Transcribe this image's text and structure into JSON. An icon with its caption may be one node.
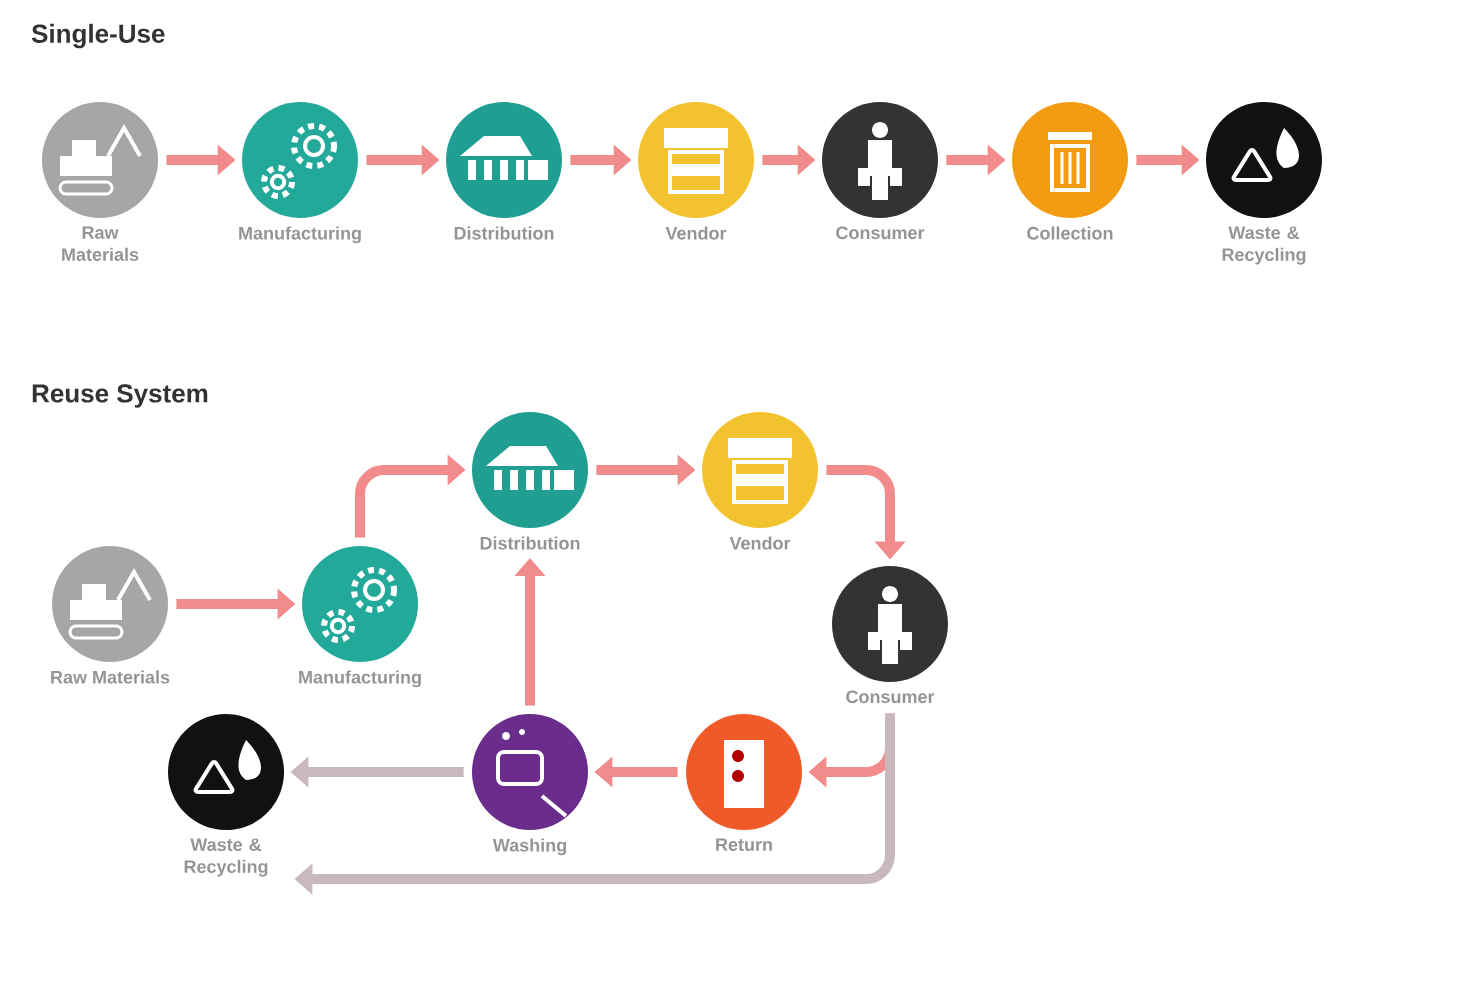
{
  "diagram": {
    "nodes": [
      {
        "text": [
          "Raw Materials"
        ]
      },
      {
        "text": [
          "Manufacturing"
        ]
      },
      {
        "text": [
          "Distribution"
        ]
      },
      {
        "text": [
          "Vendor"
        ]
      },
      {
        "text": [
          "Consumer"
        ]
      },
      {
        "text": [
          "Collection"
        ]
      },
      {
        "text": [
          "Waste & Recycling"
        ]
      },
      {
        "text": [
          "Raw Materials"
        ]
      },
      {
        "text": [
          "Manufacturing"
        ]
      },
      {
        "text": [
          "Distribution"
        ]
      },
      {
        "text": [
          "Vendor"
        ]
      },
      {
        "text": [
          "Consumer"
        ]
      },
      {
        "text": [
          "Return"
        ]
      },
      {
        "text": [
          "Washing"
        ]
      },
      {
        "text": [
          "Waste & Recycling"
        ]
      }
    ],
    "edges": [
      {
        "from": 0,
        "to": 1,
        "arrow": "to"
      },
      {
        "from": 1,
        "to": 2,
        "arrow": "to"
      },
      {
        "from": 2,
        "to": 3,
        "arrow": "to"
      },
      {
        "from": 3,
        "to": 4,
        "arrow": "to"
      },
      {
        "from": 4,
        "to": 5,
        "arrow": "to"
      },
      {
        "from": 5,
        "to": 6,
        "arrow": "to"
      },
      {
        "from": 7,
        "to": 8,
        "arrow": "to"
      },
      {
        "from": 8,
        "to": 9,
        "arrow": "to"
      },
      {
        "from": 9,
        "to": 10,
        "arrow": "to"
      },
      {
        "from": 10,
        "to": 11,
        "arrow": "to"
      },
      {
        "from": 11,
        "to": 12,
        "arrow": "to"
      },
      {
        "from": 12,
        "to": 13,
        "arrow": "to"
      },
      {
        "from": 13,
        "to": 9,
        "arrow": "to"
      },
      {
        "from": 13,
        "to": 14,
        "arrow": "to",
        "color": "#c9b9bd"
      },
      {
        "from": 11,
        "to": 14,
        "arrow": "to",
        "color": "#c9b9bd"
      }
    ],
    "labels": [
      "Single-Use",
      "Reuse System"
    ]
  }
}
